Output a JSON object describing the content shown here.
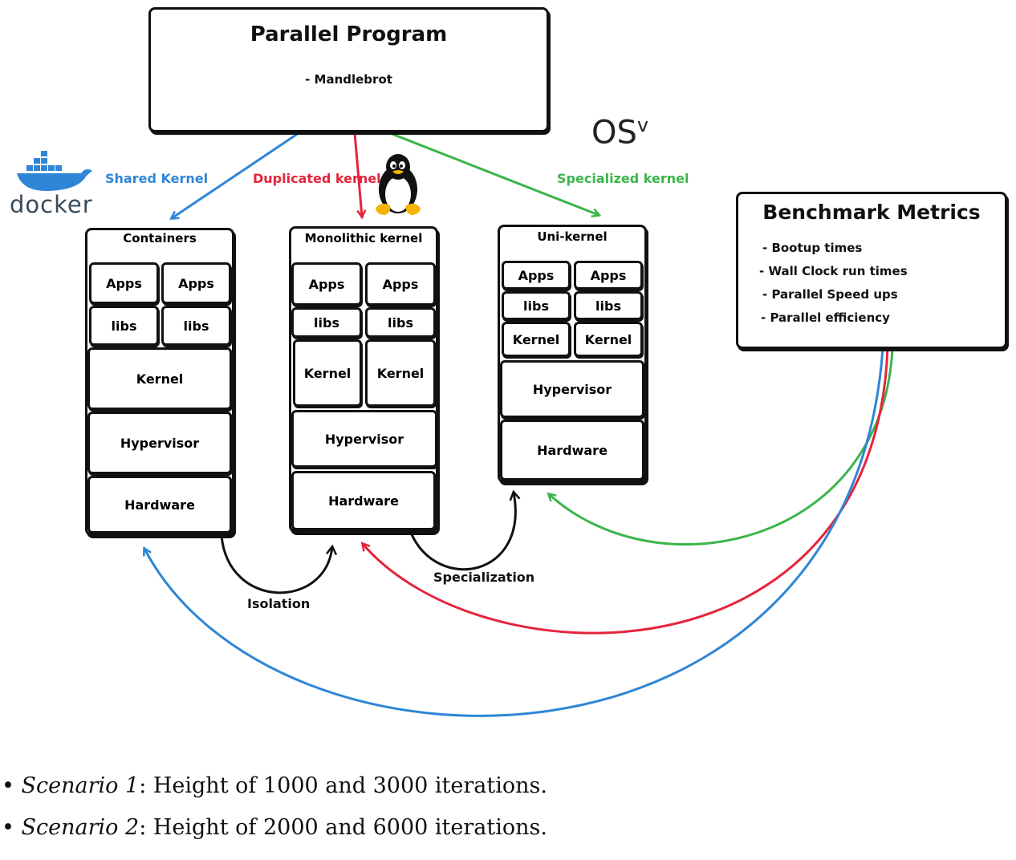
{
  "program": {
    "title": "Parallel Program",
    "subtitle": "- Mandlebrot"
  },
  "labels": {
    "shared": "Shared Kernel",
    "duplicated": "Duplicated kernel",
    "specialized": "Specialized kernel",
    "isolation": "Isolation",
    "specialization": "Specialization"
  },
  "logos": {
    "docker": "docker",
    "osv": "OS",
    "osv_sup": "v"
  },
  "colors": {
    "blue": "#2f86d6",
    "red": "#e5243b",
    "green": "#3bb54a"
  },
  "containers": {
    "title": "Containers",
    "apps1": "Apps",
    "apps2": "Apps",
    "libs1": "libs",
    "libs2": "libs",
    "kernel": "Kernel",
    "hypervisor": "Hypervisor",
    "hardware": "Hardware"
  },
  "monolithic": {
    "title": "Monolithic kernel",
    "apps1": "Apps",
    "apps2": "Apps",
    "libs1": "libs",
    "libs2": "libs",
    "kernel1": "Kernel",
    "kernel2": "Kernel",
    "hypervisor": "Hypervisor",
    "hardware": "Hardware"
  },
  "unikernel": {
    "title": "Uni-kernel",
    "apps1": "Apps",
    "apps2": "Apps",
    "libs1": "libs",
    "libs2": "libs",
    "kernel1": "Kernel",
    "kernel2": "Kernel",
    "hypervisor": "Hypervisor",
    "hardware": "Hardware"
  },
  "metrics": {
    "title": "Benchmark Metrics",
    "items": [
      "- Bootup times",
      "- Wall Clock run times",
      "- Parallel Speed ups",
      "- Parallel efficiency"
    ]
  },
  "scenarios": [
    {
      "bullet": "•",
      "name": "Scenario 1",
      "text": ":  Height of 1000 and 3000 iterations."
    },
    {
      "bullet": "•",
      "name": "Scenario 2",
      "text": ":  Height of 2000 and 6000 iterations."
    }
  ]
}
